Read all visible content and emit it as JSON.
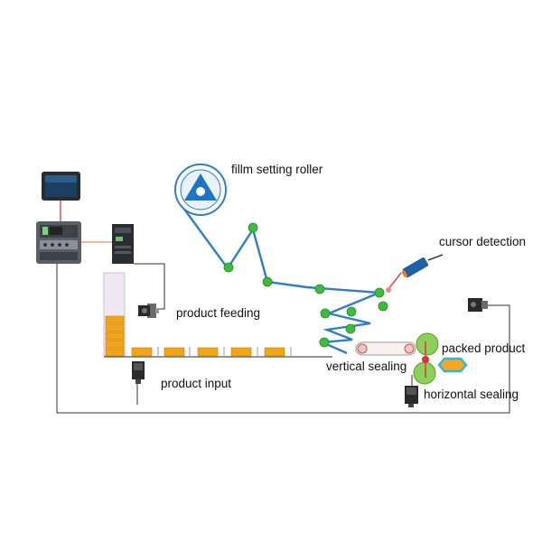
{
  "labels": {
    "film_roller": "fillm setting roller",
    "cursor_detection": "cursor detection",
    "product_feeding": "product feeding",
    "packed_product": "packed product",
    "vertical_sealing": "vertical sealing",
    "product_input": "product input",
    "horizontal_sealing": "horizontal sealing"
  },
  "colors": {
    "film": "#2f7fc6",
    "roller": "#3dbb3d",
    "product": "#f2a516",
    "wire": "#333333",
    "hmi_link": "#d9534f",
    "signal_link": "#f0a070",
    "sealer_jaw": "#8ccf5a",
    "sealer_mark": "#e03030",
    "packed_outline": "#29b6e8",
    "packed_fill": "#f5a623",
    "laser": "#e24a4a"
  },
  "components": {
    "hmi": "hmi-touchscreen",
    "plc": "plc-controller",
    "servo_drive": "servo-drive",
    "motors": [
      "feeding-servo-motor",
      "input-servo-motor",
      "sealing-servo-motor",
      "output-servo-motor"
    ],
    "sensor": "photo-eye-sensor"
  }
}
